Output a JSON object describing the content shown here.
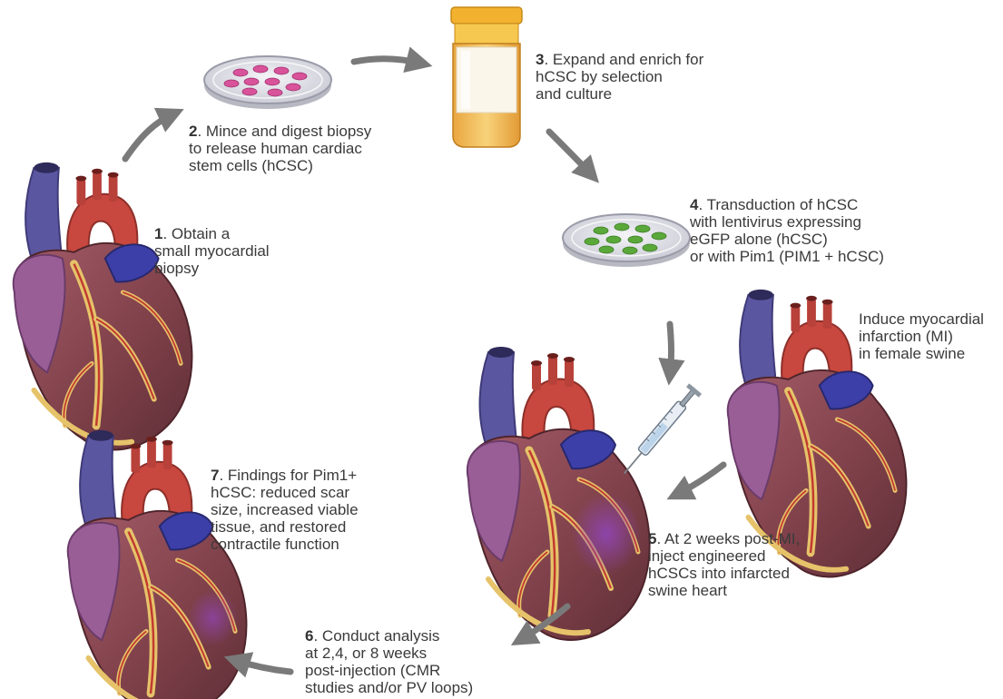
{
  "colors": {
    "arrow": "#7a7a7a",
    "heart_muscle": "#8c4a52",
    "heart_fat": "#e6c36a",
    "aorta": "#c8473e",
    "vena": "#5b56a0",
    "pulmonary": "#3d3fa8",
    "infarct": "#8a4aa8",
    "dish_cells_pink": "#d8539a",
    "dish_cells_green": "#5aa83a",
    "bottle_cap": "#f2b230",
    "bottle_body": "#f6c36a"
  },
  "steps": [
    {
      "num": "1",
      "lines": [
        "Obtain a",
        "small myocardial",
        "biopsy"
      ]
    },
    {
      "num": "2",
      "lines": [
        "Mince and digest biopsy",
        "to release human cardiac",
        "stem cells (hCSC)"
      ]
    },
    {
      "num": "3",
      "lines": [
        "Expand and enrich for",
        "hCSC by selection",
        "and culture"
      ]
    },
    {
      "num": "4",
      "lines": [
        "Transduction of hCSC",
        "with lentivirus expressing",
        "eGFP alone (hCSC)",
        "or with Pim1 (PIM1 + hCSC)"
      ]
    },
    {
      "num": "",
      "lines": [
        "Induce myocardial",
        "infarction (MI)",
        "in female swine"
      ]
    },
    {
      "num": "5",
      "lines": [
        "At 2 weeks post-MI,",
        "inject engineered",
        "hCSCs into infarcted",
        "swine heart"
      ]
    },
    {
      "num": "6",
      "lines": [
        "Conduct analysis",
        "at 2,4, or 8 weeks",
        "post-injection (CMR",
        "studies and/or PV loops)"
      ]
    },
    {
      "num": "7",
      "lines": [
        "Findings for Pim1+",
        "hCSC: reduced scar",
        "size, increased viable",
        "tissue, and restored",
        "contractile function"
      ]
    }
  ]
}
